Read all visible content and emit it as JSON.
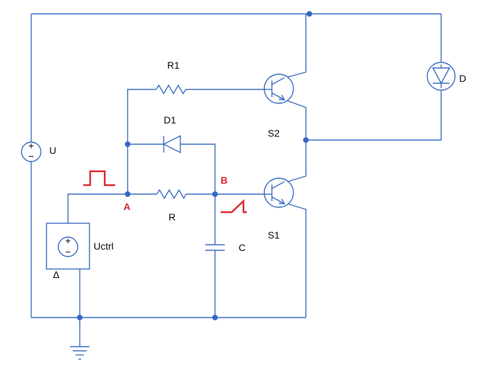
{
  "diagram": {
    "components": {
      "source_u": "U",
      "source_uctrl": "Uctrl",
      "resistor_r1": "R1",
      "resistor_r": "R",
      "diode_d1": "D1",
      "diode_d": "D",
      "capacitor_c": "C",
      "transistor_s1": "S1",
      "transistor_s2": "S2"
    },
    "nodes": {
      "a": "A",
      "b": "B"
    },
    "source_symbols": {
      "plus": "+",
      "minus": "−",
      "delta": "Δ"
    },
    "colors": {
      "wire": "#3567c2",
      "annotation": "#d9232a"
    }
  }
}
